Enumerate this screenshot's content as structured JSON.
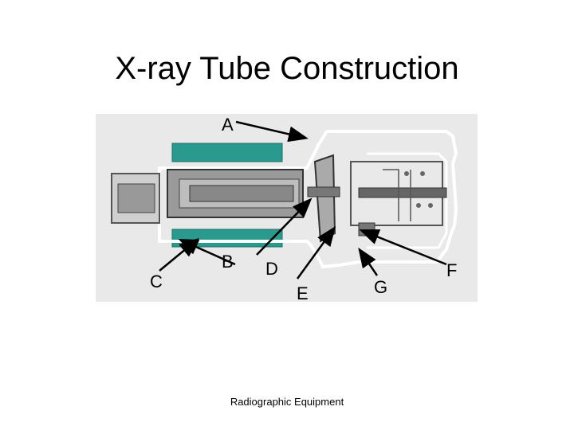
{
  "slide": {
    "title": "X-ray Tube Construction",
    "footer": "Radiographic Equipment"
  },
  "labels": {
    "a": "A",
    "b": "B",
    "c": "C",
    "d": "D",
    "e": "E",
    "f": "F",
    "g": "G"
  },
  "colors": {
    "background_panel": "#e9e9e9",
    "stator_block": "#2a9a8f",
    "tube_outline": "#ffffff",
    "arrow": "#000000"
  }
}
